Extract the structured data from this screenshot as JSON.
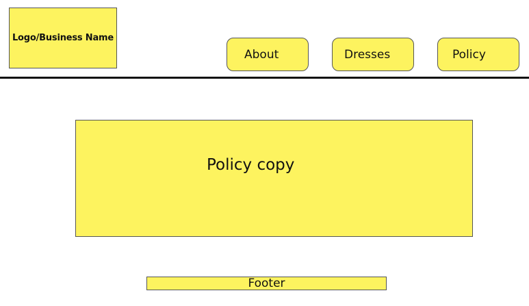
{
  "header": {
    "logo_label": "Logo/Business Name",
    "nav": [
      {
        "label": "About"
      },
      {
        "label": "Dresses"
      },
      {
        "label": "Policy"
      }
    ]
  },
  "main": {
    "content_label": "Policy copy"
  },
  "footer": {
    "label": "Footer"
  },
  "colors": {
    "box_fill": "#fdf35f",
    "box_border": "#555555",
    "divider": "#111111"
  }
}
